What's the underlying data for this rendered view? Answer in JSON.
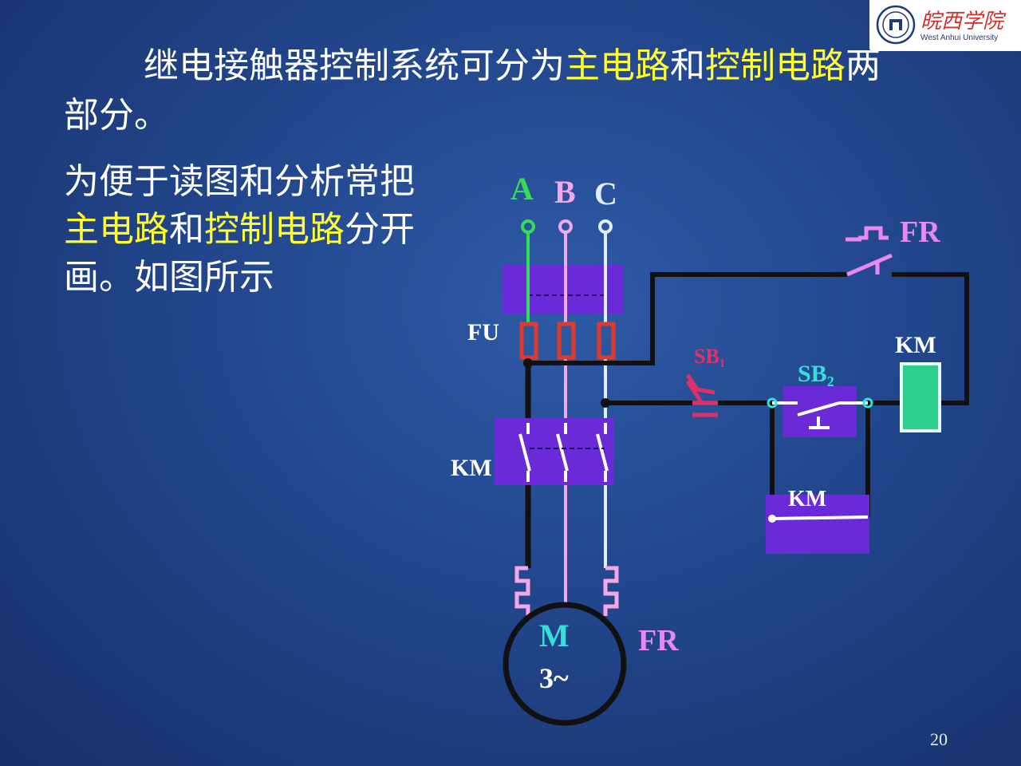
{
  "headline": {
    "part1": "继电接触器控制系统可分为",
    "hl1": "主电路",
    "part2": "和",
    "hl2": "控制电路",
    "part3": "两部分。"
  },
  "paragraph": {
    "part1": "为便于读图和分析常把",
    "hl1": "主电路",
    "part2": "和",
    "hl2": "控制电路",
    "part3": "分开画。如图所示"
  },
  "logo": {
    "cn": "皖西学院",
    "en": "West Anhui University"
  },
  "diagram": {
    "phase_a": "A",
    "phase_b": "B",
    "phase_c": "C",
    "fuse_label": "FU",
    "contactor_main_label": "KM",
    "motor_symbol": "M",
    "motor_phase": "3~",
    "overload_heater_label": "FR",
    "overload_contact_label": "FR",
    "stop_button_label": "SB₁",
    "start_button_label": "SB₂",
    "coil_label": "KM",
    "aux_contact_label": "KM"
  },
  "colors": {
    "highlight": "#ffff33",
    "phase_a": "#33dd55",
    "phase_b": "#f5a8e8",
    "phase_c": "#e0eeff",
    "fuse": "#e23a2a",
    "block": "#6a2ad8",
    "coil": "#2ecf8c",
    "stop_button": "#e0306a",
    "label_cyan": "#35e0d8",
    "overload": "#e888f0"
  },
  "page_number": "20"
}
